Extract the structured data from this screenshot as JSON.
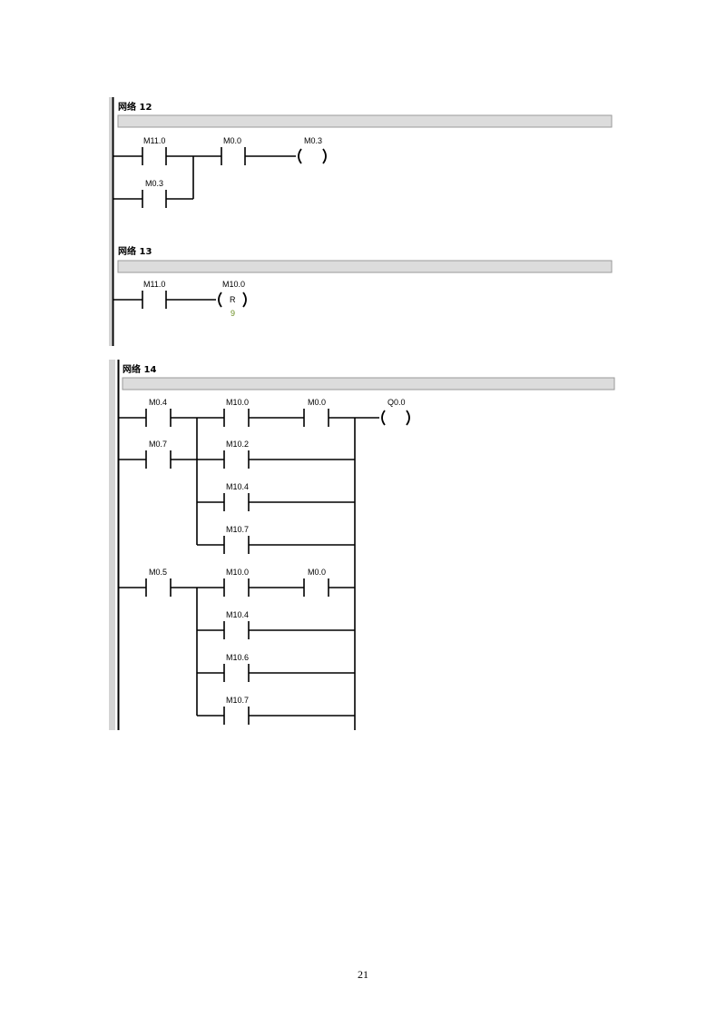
{
  "networks": [
    {
      "title": "网络 12",
      "rungs": [
        {
          "contacts": [
            "M11.0",
            "M0.0"
          ],
          "coil": {
            "addr": "M0.3",
            "code": "",
            "param": ""
          }
        },
        {
          "contacts": [
            "M0.3"
          ]
        }
      ]
    },
    {
      "title": "网络 13",
      "rungs": [
        {
          "contacts": [
            "M11.0"
          ],
          "coil": {
            "addr": "M10.0",
            "code": "R",
            "param": "9"
          }
        }
      ]
    },
    {
      "title": "网络 14",
      "rungs": [
        {
          "contacts": [
            "M0.4",
            "M10.0",
            "M0.0"
          ],
          "coil": {
            "addr": "Q0.0",
            "code": "",
            "param": ""
          }
        },
        {
          "contacts": [
            "M0.7",
            "M10.2"
          ]
        },
        {
          "contacts": [
            "M10.4"
          ]
        },
        {
          "contacts": [
            "M10.7"
          ]
        },
        {
          "contacts": [
            "M0.5",
            "M10.0",
            "M0.0"
          ]
        },
        {
          "contacts": [
            "M10.4"
          ]
        },
        {
          "contacts": [
            "M10.6"
          ]
        },
        {
          "contacts": [
            "M10.7"
          ]
        }
      ]
    }
  ],
  "page_number": "21"
}
